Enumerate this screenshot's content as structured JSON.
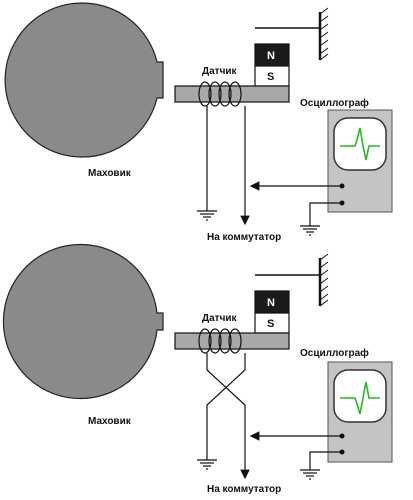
{
  "diagrams": [
    {
      "flywheel_label": "Маховик",
      "sensor_label": "Датчик",
      "oscilloscope_label": "Осциллограф",
      "switch_label": "На коммутатор",
      "magnet_north": "N",
      "magnet_south": "S",
      "wiring": "direct"
    },
    {
      "flywheel_label": "Маховик",
      "sensor_label": "Датчик",
      "oscilloscope_label": "Осциллограф",
      "switch_label": "На коммутатор",
      "magnet_north": "N",
      "magnet_south": "S",
      "wiring": "crossed"
    }
  ],
  "colors": {
    "flywheel": "#8a8a8a",
    "core": "#a8a8a8",
    "magnet_north": "#1a1a1a",
    "magnet_south": "#ffffff",
    "scope_body": "#c4c4c4",
    "trace": "#22bb22"
  }
}
